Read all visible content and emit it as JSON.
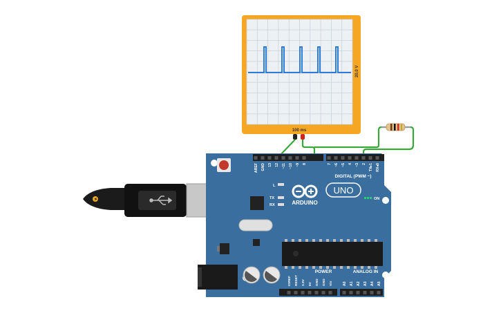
{
  "oscilloscope": {
    "time_label": "100 ms",
    "volt_label": "20.0 V",
    "colors": {
      "frame": "#F5A623",
      "screen": "#EEF1F4",
      "trace": "#2C7BD8",
      "grid": "#C9D2DB"
    }
  },
  "board": {
    "brand": "ARDUINO",
    "model": "UNO",
    "digital_header": "DIGITAL (PWM ~)",
    "digital_pins": [
      "AREF",
      "GND",
      "13",
      "12",
      "~11",
      "~10",
      "~9",
      "8",
      "7",
      "~6",
      "~5",
      "4",
      "~3",
      "2",
      "TX▸1",
      "RX◂0"
    ],
    "analog_header": "ANALOG IN",
    "analog_pins": [
      "A0",
      "A1",
      "A2",
      "A3",
      "A4",
      "A5"
    ],
    "power_header": "POWER",
    "power_pins": [
      "IOREF",
      "RESET",
      "3.3V",
      "5V",
      "GND",
      "GND",
      "Vin"
    ],
    "led_l": "L",
    "led_tx": "TX",
    "led_rx": "RX",
    "on_label": "ON",
    "colors": {
      "pcb": "#3A6E9F",
      "wire": "#3AA63A"
    }
  },
  "resistor": {
    "name": "resistor"
  },
  "usb": {
    "name": "usb-cable"
  }
}
